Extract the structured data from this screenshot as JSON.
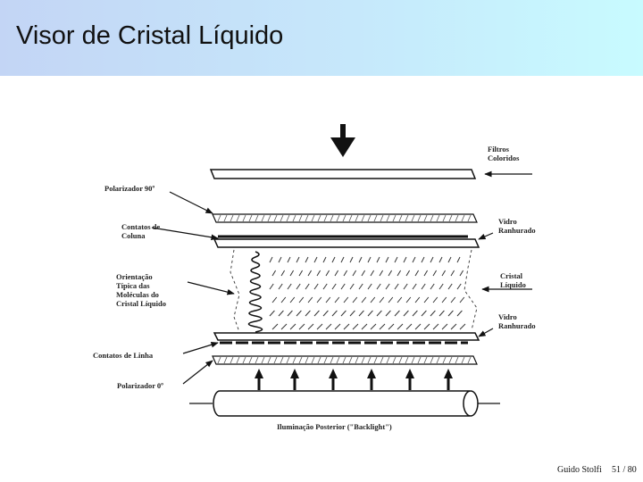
{
  "slide": {
    "title": "Visor de Cristal Líquido"
  },
  "diagram": {
    "labels": {
      "filtros": "Filtros\nColoridos",
      "polarizador_90": "Polarizador 90º",
      "contatos_coluna": "Contatos de\nColuna",
      "vidro_top": "Vidro\nRanhurado",
      "orientacao": "Orientação\nTípica das\nMoléculas do\nCristal Líquido",
      "cristal": "Cristal\nLíquido",
      "vidro_bottom": "Vidro\nRanhurado",
      "contatos_linha": "Contatos de Linha",
      "polarizador_0": "Polarizador 0º",
      "backlight": "Iluminação Posterior (\"Backlight\")"
    }
  },
  "footer": {
    "author": "Guido Stolfi",
    "page": "51 / 80"
  }
}
